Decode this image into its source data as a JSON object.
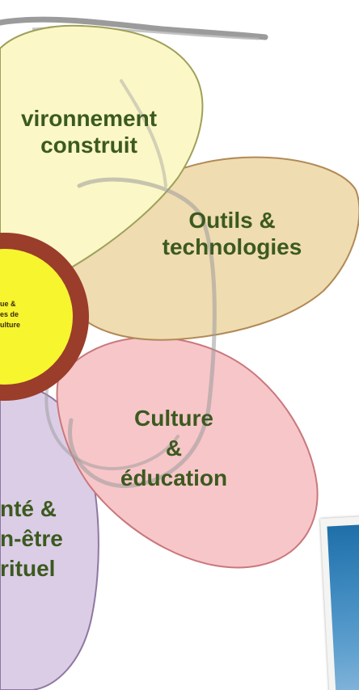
{
  "petals": {
    "environnement": {
      "lines": [
        "vironnement",
        "construit"
      ]
    },
    "outils": {
      "lines": [
        "Outils &",
        "technologies"
      ]
    },
    "culture": {
      "lines": [
        "Culture",
        "&",
        "éducation"
      ]
    },
    "sante": {
      "lines": [
        "nté &",
        "n-être",
        "rituel"
      ]
    }
  },
  "center": {
    "lines": [
      "ue &",
      "es de",
      "ulture"
    ]
  },
  "colors": {
    "label_text": "#3b5a1f",
    "petal_environnement": "#fbf7c6",
    "petal_outils": "#f0dcb1",
    "petal_culture": "#f7c6c9",
    "petal_sante": "#dccde6",
    "center_fill": "#f7f52e",
    "center_ring": "#9a3d2b"
  }
}
